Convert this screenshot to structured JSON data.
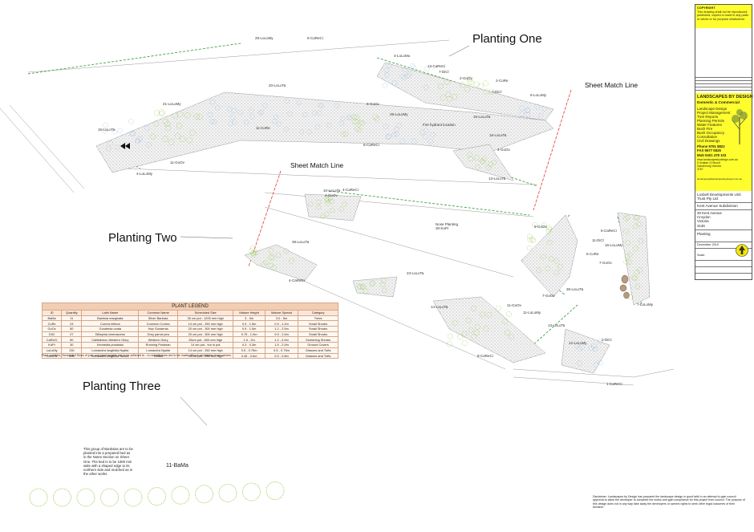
{
  "titles": {
    "planting_one": "Planting One",
    "planting_two": "Planting Two",
    "planting_three": "Planting Three",
    "sheet_match_1": "Sheet Match Line",
    "sheet_match_2": "Sheet Match Line"
  },
  "labels": {
    "l1": "29-LoLoMy",
    "l2": "6-CaReCi",
    "l3": "4-LoLoMo",
    "l4": "13-CaReCi",
    "l5": "7-DiCl",
    "l6": "2-GoOv",
    "l7": "2-CoRe",
    "l8": "7-DiCl",
    "l9": "6-LoLoMy",
    "l10": "20-LoLoTa",
    "l11": "21-LoLoMy",
    "l12": "6-GoOv",
    "l13": "28-LoLoMy",
    "l14": "Fire hydrant location",
    "l15": "16-LoLoTa",
    "l16": "11-CoRe",
    "l17": "8-CaReCi",
    "l18": "4-GoOv",
    "l19": "13-LoLoTa",
    "l20": "15-LoLoTa",
    "l21": "11-GoOv",
    "l22": "4-LoLoMy",
    "l23": "10-LoLoTa",
    "l24": "4-CaReCi",
    "l25": "4-GoOv",
    "l26": "Nose Planting",
    "l27": "30-KoPr",
    "l28": "9-GoOv",
    "l29": "6-CaReCi",
    "l30": "11-DiCl",
    "l31": "16-LoLoMy",
    "l32": "5-CoRe",
    "l33": "7-GoOv",
    "l34": "39-LoLoTa",
    "l35": "23-LoLoTa",
    "l36": "4-CaReCi",
    "l37": "36-LoLoTa",
    "l38": "7-GoOv",
    "l39": "14-LoLoTa",
    "l40": "11-GoOv",
    "l41": "11-LoLoMy",
    "l42": "13-LoLoTa",
    "l43": "12-LoLoMy",
    "l44": "2-DiCl",
    "l45": "8-CaReCi",
    "l46": "7-LoLoMy",
    "l47": "1-CaReCi",
    "l48": "11-BaMa"
  },
  "bamboo_note": "This group of Banksias are to be planted into a prepared bed as in the Notes Section on Sheet One. The bed is to be 1000 mm wide with a shaped edge to its northern side and mulched as in the other works",
  "disclaimer": "Disclaimer: Landscapes by Design has prepared the landscape design in good faith in an attempt to gain council approval to allow the developer to complete the works and gain compliance for this project from council. The purpose of this design does not in any way take away the developers or owners rights to seek other legal outcomes of their decision.",
  "legend": {
    "caption": "PLANT LEGEND",
    "headers": [
      "ID",
      "Quantity",
      "Latin Name",
      "Common Name",
      "Scheduled Size",
      "Mature Height",
      "Mature Spread",
      "Category"
    ],
    "rows": [
      [
        "BaMa",
        "11",
        "Banksia marginata",
        "Silver Banksia",
        "30 cm pot - 1200 mm high",
        "3 - 5m",
        "3.0 - 5m",
        "Trees"
      ],
      [
        "CoRe",
        "23",
        "Correa reflexa",
        "Common Correa",
        "14 cm pot - 250 mm high",
        "0.9 - 1.5m",
        "0.9 - 1.2m",
        "Small Shrubs"
      ],
      [
        "GoOv",
        "50",
        "Goodenia ovata",
        "Hop Goodenia",
        "20 cm pot - 300 mm high",
        "0.9 - 1.5m",
        "1.2 - 2.0m",
        "Small Shrubs"
      ],
      [
        "DiCl",
        "27",
        "Dillwynia cinerascens",
        "Grey parrot pea",
        "20 cm pot - 300 mm high",
        "0.75 - 1.0m",
        "0.9 - 1.0m",
        "Small Shrubs"
      ],
      [
        "CaReCi",
        "50",
        "Callistemon Western Glory",
        "Western Glory",
        "25cm pot - 600 mm high",
        "1.5 - 2m",
        "1.2 - 2.0m",
        "Screening Shrubs"
      ],
      [
        "KoPr",
        "30",
        "Kennedia prostrata",
        "Running Postman",
        "14 cm pot - fun in pot",
        "0.3 - 0.3m",
        "1.5 - 2.0m",
        "Ground Covers"
      ],
      [
        "LoLoMy",
        "130",
        "Lomandra longifolia Nyalla",
        "Lomandra Nyalla",
        "14 cm pot - 250 mm high",
        "0.5 - 0.75m",
        "0.5 - 0.75m",
        "Grasses and Tufts"
      ],
      [
        "LoLoTa",
        "226",
        "Lomandra longifolia Tanika",
        "Tanika",
        "14 cm pot - 250 mm high",
        "0.45 - 0.6m",
        "0.5 - 0.8m",
        "Grasses and Tufts"
      ]
    ],
    "footnote": "Plant varieties, Scheduled Sizes of pots and plant heights are to be adhered to - no substitutions are to be made without permission from owners."
  },
  "title_block": {
    "copyright_head": "COPYRIGHT",
    "copyright_text": "This drawing shall not be reproduced, published, copied or used in any parts or whole or for purpose whatsoever",
    "company": "LANDSCAPES BY DESIGN",
    "tagline": "Domestic & Commercial",
    "services": [
      "Landscape Design",
      "Project Management",
      "Tree Reports",
      "Planning Permits",
      "Water Features",
      "Bush Fire",
      "Bush Occupancy",
      "Consultation",
      "Civil Drawings"
    ],
    "phone": "Phone  9791 8822",
    "fax": "FAX    9677 5525",
    "mobile": "Mob 0401 478 103",
    "website": "www.landscapesbydesign.com.au",
    "address": "5 Grattan Ct Mount Dandenong Victoria 3767",
    "client": "Loxbell Developments Unit Trust Pty Ltd",
    "project": "Kent Avenue Subdivision",
    "site": [
      "30 Kent Avenue",
      "Croydon",
      "Victoria",
      "3136"
    ],
    "drawing": "Planting",
    "date": "December 2010",
    "scale": "Scale",
    "email": "landscapes@landscapesbydesign.com.au"
  },
  "colors": {
    "boundary": "#43a047",
    "match_line": "#e53935",
    "grass": "#8fb8e0",
    "shrub": "#8cc63f",
    "hatch": "#bbbbbb",
    "title_yellow": "#fffd2d",
    "legend_head": "#f3cdb2"
  }
}
